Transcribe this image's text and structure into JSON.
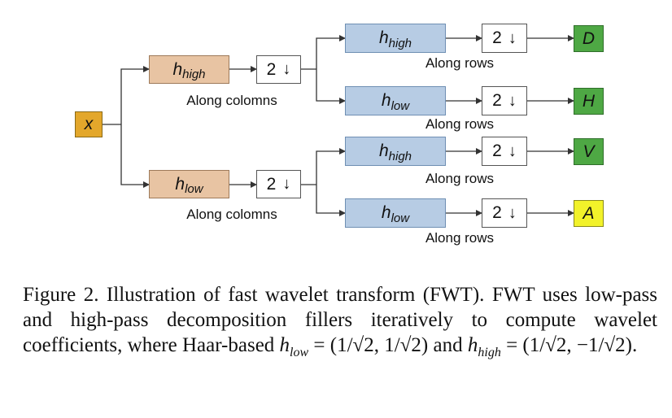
{
  "diagram": {
    "input_label": "x",
    "h_symbol": "h",
    "high_sub": "high",
    "low_sub": "low",
    "downsample_num": "2",
    "downsample_arrow": "↓",
    "along_columns": "Along colomns",
    "along_rows": "Along rows",
    "outputs": [
      "D",
      "H",
      "V",
      "A"
    ],
    "colors": {
      "input": "#e3a72b",
      "column_filter": "#e8c4a3",
      "row_filter": "#b7cce4",
      "output_green": "#4ea844",
      "output_yellow": "#f2f22a"
    }
  },
  "caption": {
    "label": "Figure 2.",
    "text_a": " Illustration of fast wavelet transform (FWT). FWT uses low-pass and high-pass decomposition fillers iteratively to compute wavelet coefficients, where Haar-based ",
    "math_h": "h",
    "sub_low": "low",
    "eq1": " = (1/√2, 1/√2)",
    "and": " and ",
    "sub_high": "high",
    "eq2": " = (1/√2, −1/√2)."
  }
}
